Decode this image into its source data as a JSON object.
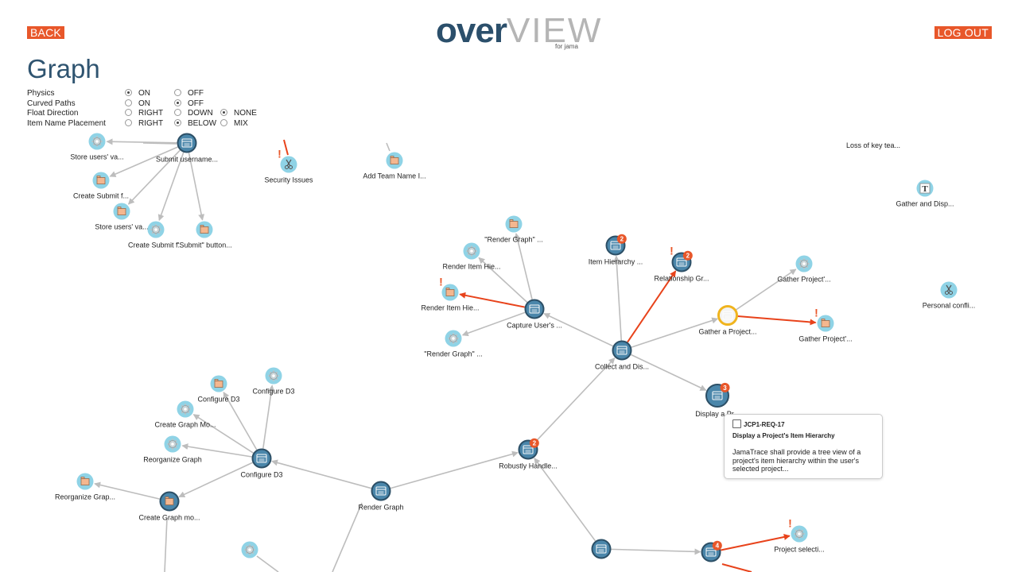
{
  "app": {
    "logo_over": "over",
    "logo_view": "VIEW",
    "logo_sub": "for jama",
    "back_label": "BACK",
    "logout_label": "LOG OUT"
  },
  "page_title": "Graph",
  "settings": [
    {
      "label": "Physics",
      "options": [
        {
          "label": "ON",
          "selected": true
        },
        {
          "label": "OFF",
          "selected": false
        }
      ]
    },
    {
      "label": "Curved Paths",
      "options": [
        {
          "label": "ON",
          "selected": false
        },
        {
          "label": "OFF",
          "selected": true
        }
      ]
    },
    {
      "label": "Float Direction",
      "options": [
        {
          "label": "RIGHT",
          "selected": false
        },
        {
          "label": "DOWN",
          "selected": false
        },
        {
          "label": "NONE",
          "selected": true
        }
      ]
    },
    {
      "label": "Item Name Placement",
      "options": [
        {
          "label": "RIGHT",
          "selected": false
        },
        {
          "label": "BELOW",
          "selected": true
        },
        {
          "label": "MIX",
          "selected": false
        }
      ]
    }
  ],
  "colors": {
    "accent": "#e8572a",
    "node_dark": "#4a86aa",
    "node_light": "#8fd3e6",
    "node_gold": "#f0b41e",
    "edge": "#bdbdbd",
    "edge_alert": "#e8431b",
    "title": "#2f5470"
  },
  "graph": {
    "nodes": [
      {
        "id": "n1",
        "label": "Store users' va...",
        "kind": "light",
        "icon": "gear-icon"
      },
      {
        "id": "n2",
        "label": "Submit username...",
        "kind": "dark",
        "icon": "requirement-icon"
      },
      {
        "id": "n3",
        "label": "Create Submit f...",
        "kind": "light",
        "icon": "folder-icon"
      },
      {
        "id": "n4",
        "label": "Store users' va...",
        "kind": "light",
        "icon": "folder-icon"
      },
      {
        "id": "n5",
        "label": "Create Submit f...",
        "kind": "light",
        "icon": "gear-icon"
      },
      {
        "id": "n6",
        "label": "\"Submit\" button...",
        "kind": "light",
        "icon": "folder-icon"
      },
      {
        "id": "n7",
        "label": "Security Issues",
        "kind": "light",
        "icon": "scissors-icon",
        "alert": true
      },
      {
        "id": "n8",
        "label": "Add Team Name I...",
        "kind": "light",
        "icon": "folder-icon"
      },
      {
        "id": "n9",
        "label": "Loss of key tea...",
        "kind": "none",
        "icon": ""
      },
      {
        "id": "n10",
        "label": "Gather and Disp...",
        "kind": "light",
        "icon": "text-icon"
      },
      {
        "id": "n11",
        "label": "Personal confli...",
        "kind": "light",
        "icon": "scissors-icon"
      },
      {
        "id": "n12",
        "label": "\"Render Graph\" ...",
        "kind": "light",
        "icon": "folder-icon"
      },
      {
        "id": "n13",
        "label": "Render Item Hie...",
        "kind": "light",
        "icon": "gear-icon"
      },
      {
        "id": "n14",
        "label": "Render Item Hie...",
        "kind": "light",
        "icon": "folder-icon",
        "alert": true
      },
      {
        "id": "n15",
        "label": "Capture User's ...",
        "kind": "dark",
        "icon": "requirement-icon"
      },
      {
        "id": "n16",
        "label": "\"Render Graph\" ...",
        "kind": "light",
        "icon": "gear-icon"
      },
      {
        "id": "n17",
        "label": "Item Hierarchy ...",
        "kind": "dark",
        "icon": "requirement-icon",
        "badge": "2"
      },
      {
        "id": "n18",
        "label": "Relationship Gr...",
        "kind": "dark",
        "icon": "requirement-icon",
        "badge": "2",
        "alert": true
      },
      {
        "id": "n19",
        "label": "Gather Project'...",
        "kind": "light",
        "icon": "gear-icon"
      },
      {
        "id": "n20",
        "label": "Gather a Project...",
        "kind": "gold",
        "icon": "requirement-icon"
      },
      {
        "id": "n21",
        "label": "Gather Project'...",
        "kind": "light",
        "icon": "folder-icon",
        "alert": true
      },
      {
        "id": "n22",
        "label": "Collect and Dis...",
        "kind": "dark",
        "icon": "requirement-icon"
      },
      {
        "id": "n23",
        "label": "Display a Pr...",
        "kind": "dark",
        "icon": "requirement-icon",
        "badge": "3"
      },
      {
        "id": "n24",
        "label": "Robustly Handle...",
        "kind": "dark",
        "icon": "requirement-icon",
        "badge": "2"
      },
      {
        "id": "n25",
        "label": "Configure D3",
        "kind": "light",
        "icon": "folder-icon"
      },
      {
        "id": "n26",
        "label": "Configure D3",
        "kind": "light",
        "icon": "gear-icon"
      },
      {
        "id": "n27",
        "label": "Create Graph Mo...",
        "kind": "light",
        "icon": "gear-icon"
      },
      {
        "id": "n28",
        "label": "Reorganize Graph",
        "kind": "light",
        "icon": "gear-icon"
      },
      {
        "id": "n29",
        "label": "Configure D3",
        "kind": "dark",
        "icon": "requirement-icon"
      },
      {
        "id": "n30",
        "label": "Reorganize Grap...",
        "kind": "light",
        "icon": "folder-icon"
      },
      {
        "id": "n31",
        "label": "Create Graph mo...",
        "kind": "dark",
        "icon": "folder-icon"
      },
      {
        "id": "n32",
        "label": "Render Graph",
        "kind": "dark",
        "icon": "requirement-icon"
      },
      {
        "id": "n33",
        "label": "",
        "kind": "light",
        "icon": "gear-icon"
      },
      {
        "id": "n34",
        "label": "",
        "kind": "dark",
        "icon": "requirement-icon"
      },
      {
        "id": "n35",
        "label": "",
        "kind": "dark",
        "icon": "requirement-icon",
        "badge": "4"
      },
      {
        "id": "n36",
        "label": "Project selecti...",
        "kind": "light",
        "icon": "gear-icon",
        "alert": true
      }
    ],
    "edges": [
      {
        "from": "n2",
        "to": "n1"
      },
      {
        "from": "n2",
        "to": "n3"
      },
      {
        "from": "n2",
        "to": "n4"
      },
      {
        "from": "n2",
        "to": "n5"
      },
      {
        "from": "n2",
        "to": "n6"
      },
      {
        "from": "n15",
        "to": "n12"
      },
      {
        "from": "n15",
        "to": "n13"
      },
      {
        "from": "n15",
        "to": "n14",
        "alert": true
      },
      {
        "from": "n15",
        "to": "n16"
      },
      {
        "from": "n22",
        "to": "n15"
      },
      {
        "from": "n22",
        "to": "n17"
      },
      {
        "from": "n22",
        "to": "n18",
        "alert": true
      },
      {
        "from": "n22",
        "to": "n20"
      },
      {
        "from": "n22",
        "to": "n23"
      },
      {
        "from": "n20",
        "to": "n19"
      },
      {
        "from": "n20",
        "to": "n21",
        "alert": true
      },
      {
        "from": "n24",
        "to": "n22"
      },
      {
        "from": "n32",
        "to": "n24"
      },
      {
        "from": "n32",
        "to": "n29"
      },
      {
        "from": "n29",
        "to": "n25"
      },
      {
        "from": "n29",
        "to": "n26"
      },
      {
        "from": "n29",
        "to": "n27"
      },
      {
        "from": "n29",
        "to": "n28"
      },
      {
        "from": "n29",
        "to": "n31"
      },
      {
        "from": "n31",
        "to": "n30"
      },
      {
        "from": "n34",
        "to": "n24"
      },
      {
        "from": "n34",
        "to": "n35"
      },
      {
        "from": "n35",
        "to": "n36",
        "alert": true
      }
    ]
  },
  "tooltip": {
    "id": "JCP1-REQ-17",
    "title": "Display a Project's Item Hierarchy",
    "description": "JamaTrace shall provide a tree view of a project's item hierarchy within the user's selected project..."
  }
}
